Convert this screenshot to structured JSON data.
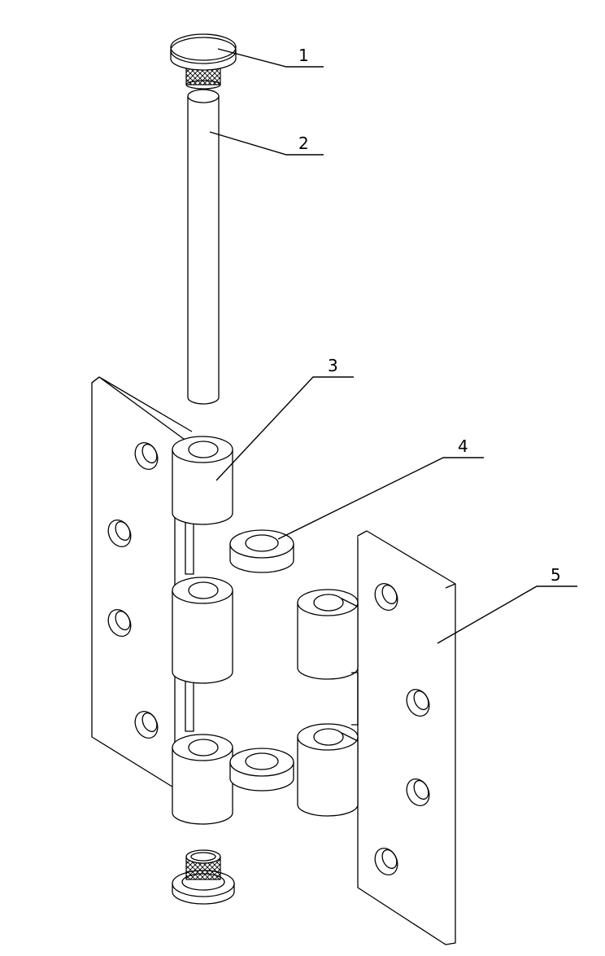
{
  "callouts": [
    {
      "id": "callout-1",
      "label": "1",
      "part": "knurled-top-cap"
    },
    {
      "id": "callout-2",
      "label": "2",
      "part": "hinge-pin"
    },
    {
      "id": "callout-3",
      "label": "3",
      "part": "leaf-knuckle"
    },
    {
      "id": "callout-4",
      "label": "4",
      "part": "washer"
    },
    {
      "id": "callout-5",
      "label": "5",
      "part": "right-hinge-leaf"
    }
  ],
  "colors": {
    "line": "#000000",
    "background": "#ffffff",
    "shading": "#e9e9e9"
  }
}
